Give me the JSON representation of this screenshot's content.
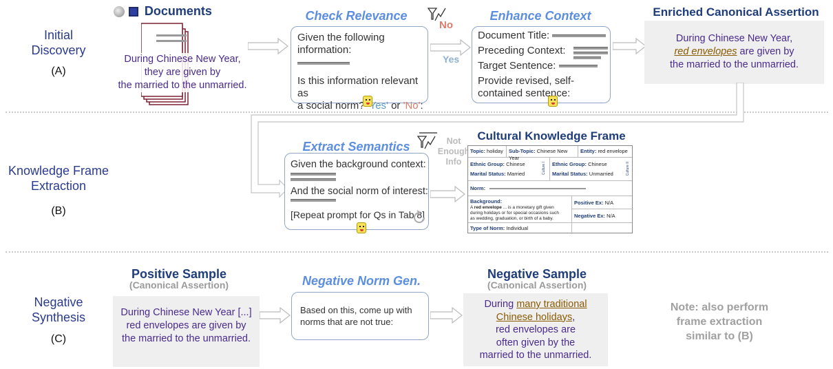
{
  "stages": {
    "a": {
      "label_line1": "Initial",
      "label_line2": "Discovery",
      "letter": "(A)"
    },
    "b": {
      "label_line1": "Knowledge Frame",
      "label_line2": "Extraction",
      "letter": "(B)"
    },
    "c": {
      "label_line1": "Negative",
      "label_line2": "Synthesis",
      "letter": "(C)"
    }
  },
  "row_a": {
    "documents": {
      "title": "Documents",
      "text_line1": "During Chinese New Year,",
      "text_line2": "they are given by",
      "text_line3": "the married to the unmarried."
    },
    "check_relevance": {
      "title": "Check Relevance",
      "prompt_line1": "Given the following",
      "prompt_line2": "information:",
      "prompt_line3": "Is this information relevant as",
      "prompt_line4_pre": "a social norm?",
      "yes_option": "'Yes'",
      "or_word": "or",
      "no_option": "'No'",
      "colon": ":",
      "no_label": "No",
      "yes_label": "Yes"
    },
    "enhance_context": {
      "title": "Enhance Context",
      "line1": "Document Title:",
      "line2": "Preceding Context:",
      "line3": "Target Sentence:",
      "line4": "Provide revised, self-",
      "line5": "contained sentence:"
    },
    "enriched": {
      "title": "Enriched Canonical Assertion",
      "line1": "During Chinese New Year,",
      "highlight": "red envelopes",
      "line2_rest": " are given by",
      "line3": "the married to the unmarried."
    }
  },
  "row_b": {
    "extract": {
      "title": "Extract Semantics",
      "line1": "Given the background context:",
      "line2": "And the social norm of interest:",
      "line3": "[Repeat prompt for Qs in Tab 8]",
      "not_enough_line1": "Not",
      "not_enough_line2": "Enough",
      "not_enough_line3": "Info"
    },
    "frame": {
      "title": "Cultural Knowledge Frame",
      "topic_key": "Topic:",
      "topic_val": "holiday",
      "subtopic_key": "Sub-Topic:",
      "subtopic_val": "Chinese New Year",
      "entity_key": "Entity:",
      "entity_val": "red envelope",
      "eth1_key": "Ethnic Group:",
      "eth1_val": "Chinese",
      "mar1_key": "Marital Status:",
      "mar1_val": "Married",
      "culture1": "Culture I",
      "eth2_key": "Ethnic Group:",
      "eth2_val": "Chinese",
      "mar2_key": "Marital Status:",
      "mar2_val": "Unmarried",
      "culture2": "Culture II",
      "norm_key": "Norm:",
      "bg_key": "Background:",
      "bg_line1_pre": "A ",
      "bg_line1_bold": "red envelope",
      "bg_line1_post": " ... is a monetary gift given",
      "bg_line2": "during holidays or for special occasions such",
      "bg_line3": "as wedding, graduation, or birth of a baby.",
      "pos_key": "Positive Ex:",
      "pos_val": "N/A",
      "neg_key": "Negative Ex:",
      "neg_val": "N/A",
      "type_key": "Type of Norm:",
      "type_val": "Individual"
    }
  },
  "row_c": {
    "positive": {
      "title": "Positive Sample",
      "subtitle": "(Canonical Assertion)",
      "line1": "During Chinese New Year [...]",
      "line2": "red envelopes are given by",
      "line3": "the married to the unmarried."
    },
    "neg_gen": {
      "title": "Negative Norm Gen.",
      "line1": "Based on this, come up with",
      "line2": "norms that are not true:"
    },
    "negative": {
      "title": "Negative Sample",
      "subtitle": "(Canonical Assertion)",
      "line1_pre": "During ",
      "hl1": "many traditional",
      "hl2": "Chinese holidays",
      "line2_post": ",",
      "line3": "red envelopes are",
      "line4": "often given by the",
      "line5": "married to the unmarried."
    },
    "note": {
      "line1": "Note: also perform",
      "line2": "frame extraction",
      "line3": "similar to (B)"
    }
  }
}
